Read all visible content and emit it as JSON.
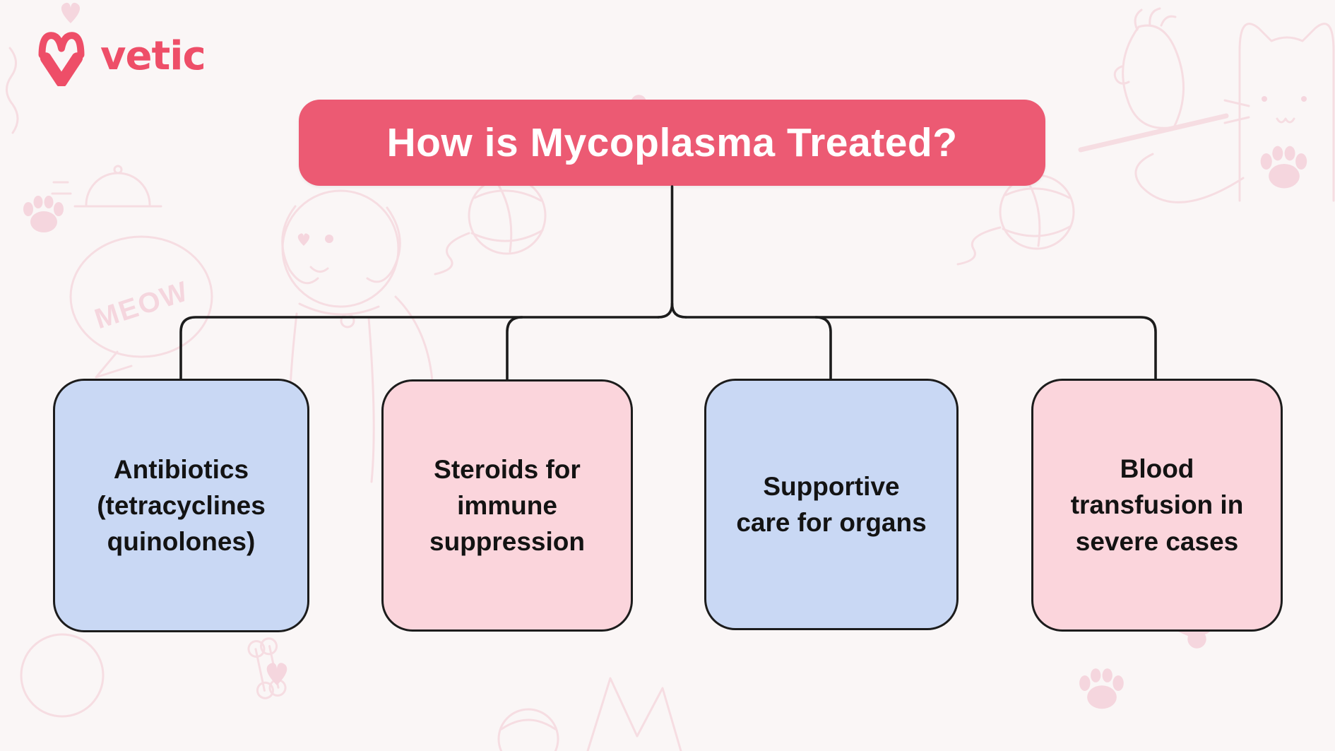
{
  "brand": {
    "name": "vetic"
  },
  "title": "How is Mycoplasma Treated?",
  "treatments": [
    {
      "label": "Antibiotics\n(tetracyclines\nquinolones)",
      "tone": "blue"
    },
    {
      "label": "Steroids for\nimmune\nsuppression",
      "tone": "pink"
    },
    {
      "label": "Supportive\ncare for organs",
      "tone": "blue"
    },
    {
      "label": "Blood\ntransfusion in\nsevere cases",
      "tone": "pink"
    }
  ],
  "doodles": {
    "meow_label": "MEOW"
  },
  "colors": {
    "accent": "#ec5a73",
    "logo": "#ee4e68",
    "title-text": "#ffffff",
    "box-blue": "#c9d8f4",
    "box-pink": "#fbd5dc",
    "bg": "#faf6f6",
    "line": "#1c1c1c",
    "ink": "#131313",
    "doodle": "#f6dde2",
    "doodle-fill": "#f5d6de"
  }
}
